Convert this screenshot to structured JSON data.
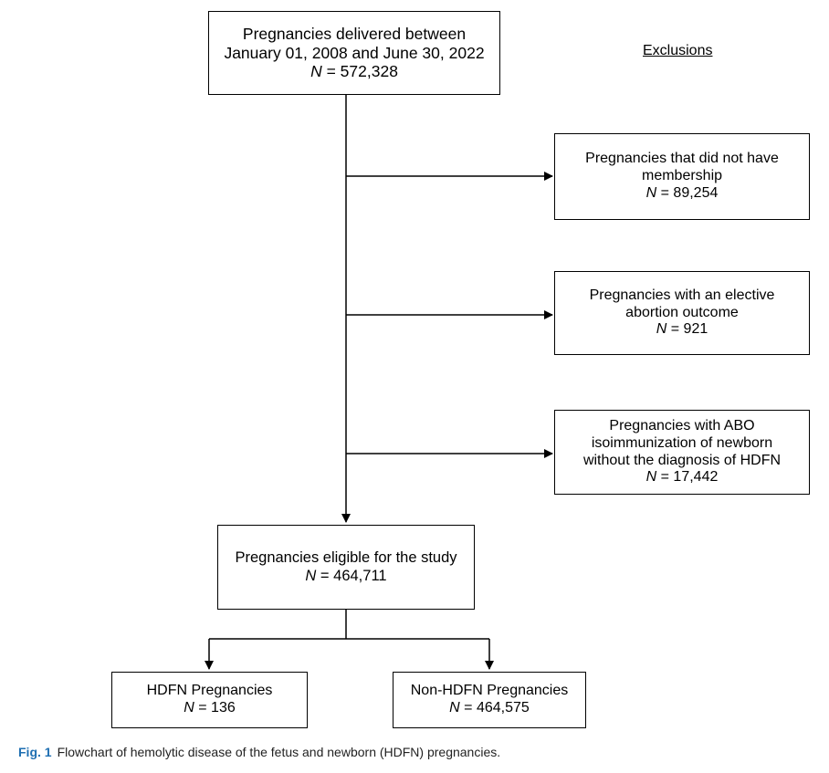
{
  "flowchart": {
    "start": {
      "lines": [
        "Pregnancies delivered between",
        "January 01, 2008 and June 30, 2022"
      ],
      "n_symbol": "N",
      "n_value": " = 572,328"
    },
    "exclusions_heading": "Exclusions",
    "exclusions": [
      {
        "lines": [
          "Pregnancies that did not have",
          "membership"
        ],
        "n_symbol": "N",
        "n_value": " = 89,254"
      },
      {
        "lines": [
          "Pregnancies with an elective",
          "abortion outcome"
        ],
        "n_symbol": "N",
        "n_value": " = 921"
      },
      {
        "lines": [
          "Pregnancies with ABO",
          "isoimmunization of newborn",
          "without the diagnosis of HDFN"
        ],
        "n_symbol": "N",
        "n_value": " = 17,442"
      }
    ],
    "eligible": {
      "lines": [
        "Pregnancies eligible for the study"
      ],
      "n_symbol": "N",
      "n_value": " = 464,711"
    },
    "outcomes": [
      {
        "lines": [
          "HDFN Pregnancies"
        ],
        "n_symbol": "N",
        "n_value": " = 136"
      },
      {
        "lines": [
          "Non-HDFN Pregnancies"
        ],
        "n_symbol": "N",
        "n_value": " = 464,575"
      }
    ]
  },
  "caption": {
    "label": "Fig. 1",
    "text": "Flowchart of hemolytic disease of the fetus and newborn (HDFN) pregnancies."
  },
  "colors": {
    "caption_label": "#1f6fb2",
    "lines": "#000000"
  }
}
